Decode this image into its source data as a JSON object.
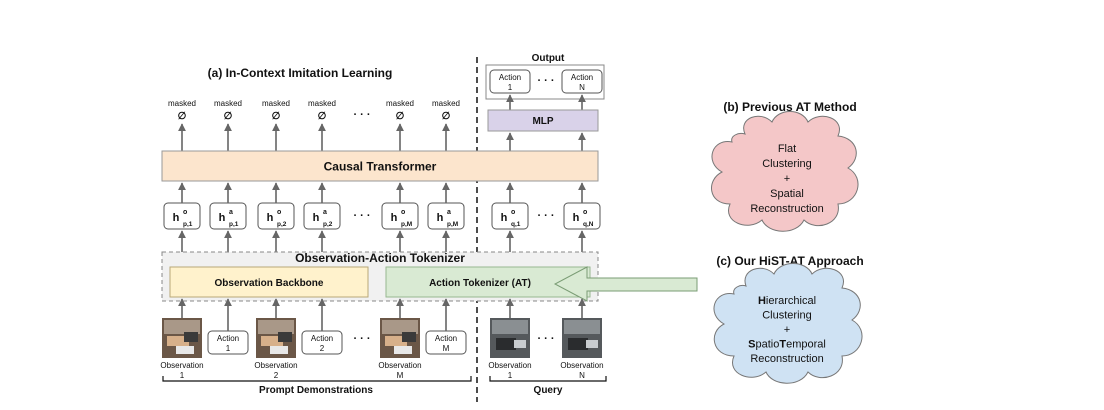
{
  "left_title": "(a) In-Context Imitation Learning",
  "output_label": "Output",
  "outputs": [
    {
      "word": "Action",
      "idx": "1"
    },
    {
      "word": "Action",
      "idx": "N"
    }
  ],
  "ellipsis": "· · ·",
  "masked_label": "masked",
  "masked_symbol": "∅",
  "mlp_label": "MLP",
  "transformer_label": "Causal Transformer",
  "hidden": [
    {
      "base": "h",
      "sup": "o",
      "sub": "p,1"
    },
    {
      "base": "h",
      "sup": "a",
      "sub": "p,1"
    },
    {
      "base": "h",
      "sup": "o",
      "sub": "p,2"
    },
    {
      "base": "h",
      "sup": "a",
      "sub": "p,2"
    },
    {
      "base": "h",
      "sup": "o",
      "sub": "p,M"
    },
    {
      "base": "h",
      "sup": "a",
      "sub": "p,M"
    },
    {
      "base": "h",
      "sup": "o",
      "sub": "q,1"
    },
    {
      "base": "h",
      "sup": "o",
      "sub": "q,N"
    }
  ],
  "tokenizer_title": "Observation-Action Tokenizer",
  "backbone_label": "Observation Backbone",
  "at_label": "Action Tokenizer (AT)",
  "inputs": {
    "obs_word": "Observation",
    "act_word": "Action",
    "prompt": [
      {
        "type": "obs",
        "idx": "1"
      },
      {
        "type": "act",
        "idx": "1"
      },
      {
        "type": "obs",
        "idx": "2"
      },
      {
        "type": "act",
        "idx": "2"
      },
      {
        "type": "obs",
        "idx": "M"
      },
      {
        "type": "act",
        "idx": "M"
      }
    ],
    "query": [
      {
        "type": "obs",
        "idx": "1"
      },
      {
        "type": "obs",
        "idx": "N"
      }
    ]
  },
  "prompt_demos_label": "Prompt Demonstrations",
  "query_label": "Query",
  "right": {
    "prev_title": "(b) Previous AT Method",
    "prev_lines": [
      "Flat",
      "Clustering",
      "+",
      "Spatial",
      "Reconstruction"
    ],
    "ours_title": "(c) Our HiST-AT Approach",
    "ours_lines": [
      [
        {
          "t": "H",
          "b": true
        },
        {
          "t": "ierarchical",
          "b": false
        }
      ],
      [
        {
          "t": "Clustering",
          "b": false
        }
      ],
      [
        {
          "t": "+",
          "b": false
        }
      ],
      [
        {
          "t": "S",
          "b": true
        },
        {
          "t": "patio",
          "b": false
        },
        {
          "t": "T",
          "b": true
        },
        {
          "t": "emporal",
          "b": false
        }
      ],
      [
        {
          "t": "Reconstruction",
          "b": false
        }
      ]
    ]
  },
  "colors": {
    "transformer_fill": "#fce5cd",
    "mlp_fill": "#d9d2e9",
    "backbone_fill": "#fff2cc",
    "at_fill": "#d9ead3",
    "prev_cloud": "#f4c7c8",
    "ours_cloud": "#cfe2f3",
    "arrow": "#666666"
  }
}
